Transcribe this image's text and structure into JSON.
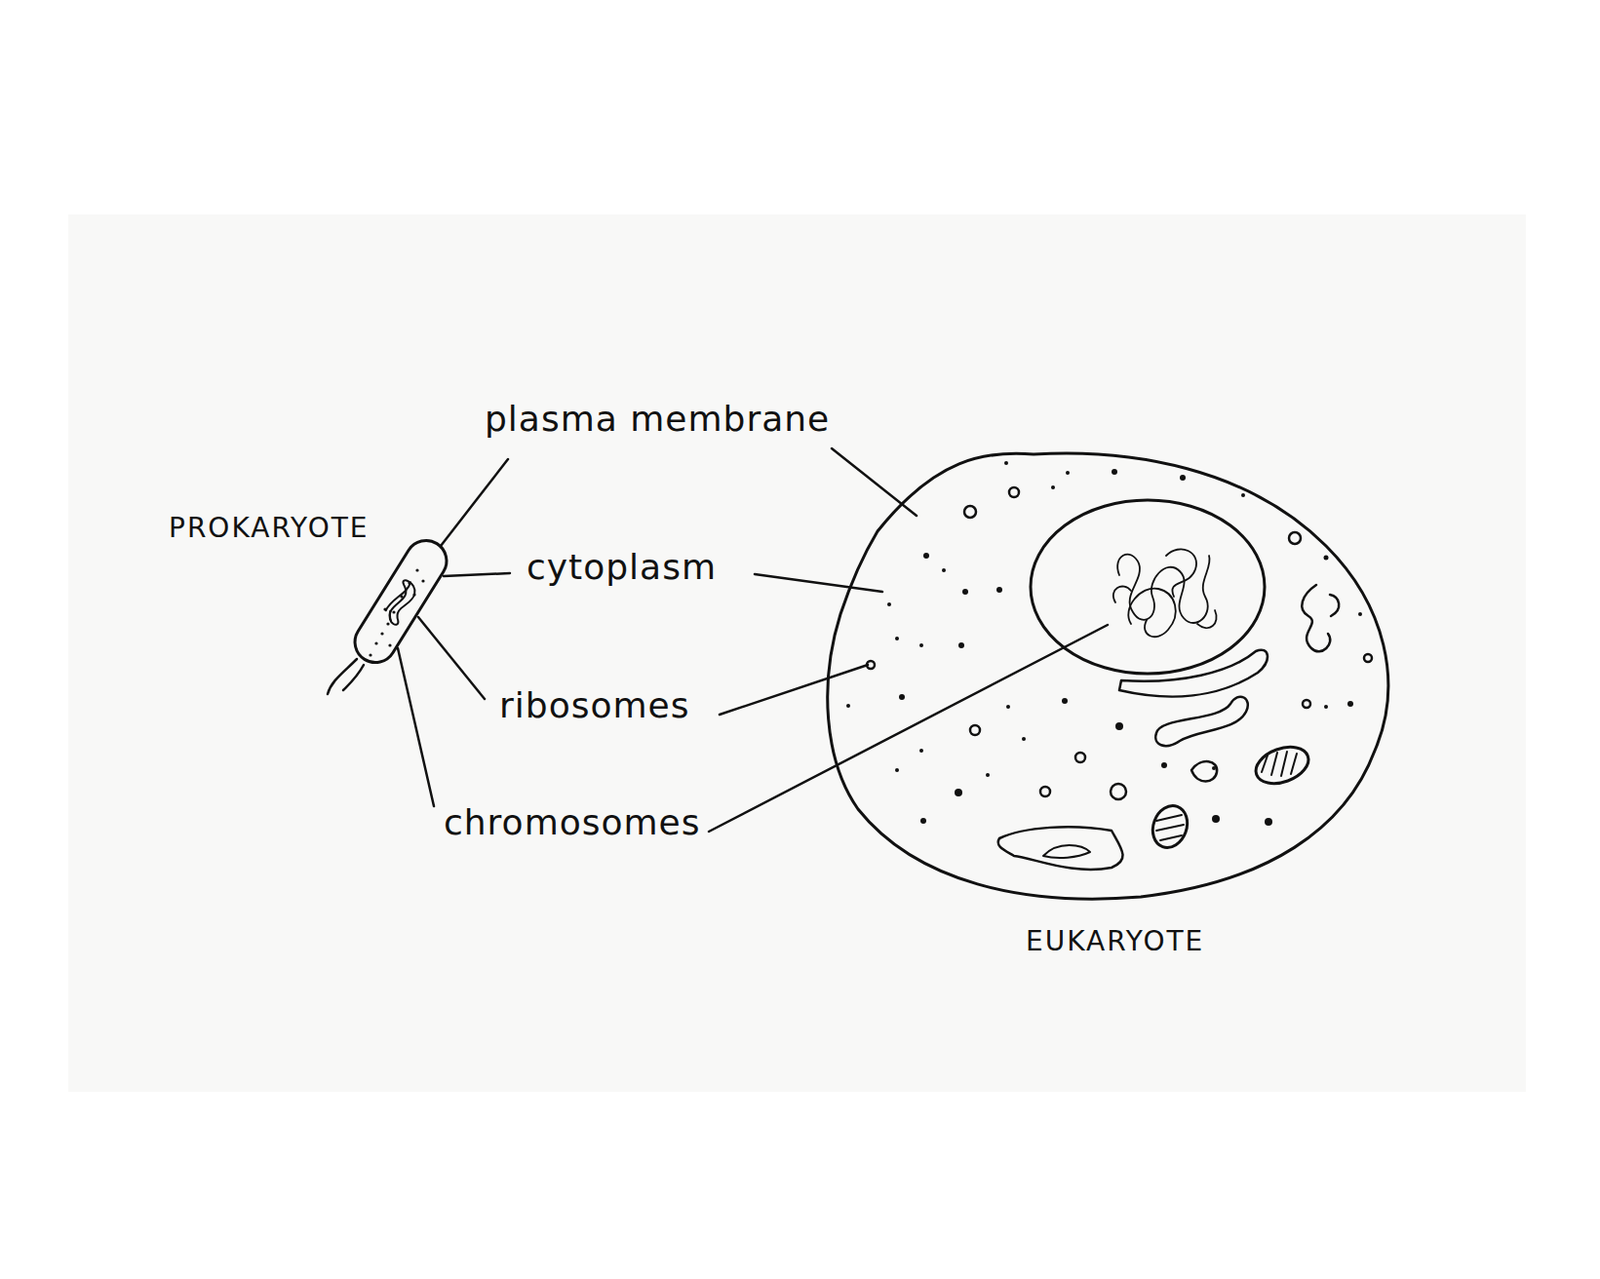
{
  "diagram": {
    "labels": [
      "PROKARYOTE",
      "plasma membrane",
      "cytoplasm",
      "ribosomes",
      "chromosomes",
      "EUKARYOTE"
    ]
  }
}
